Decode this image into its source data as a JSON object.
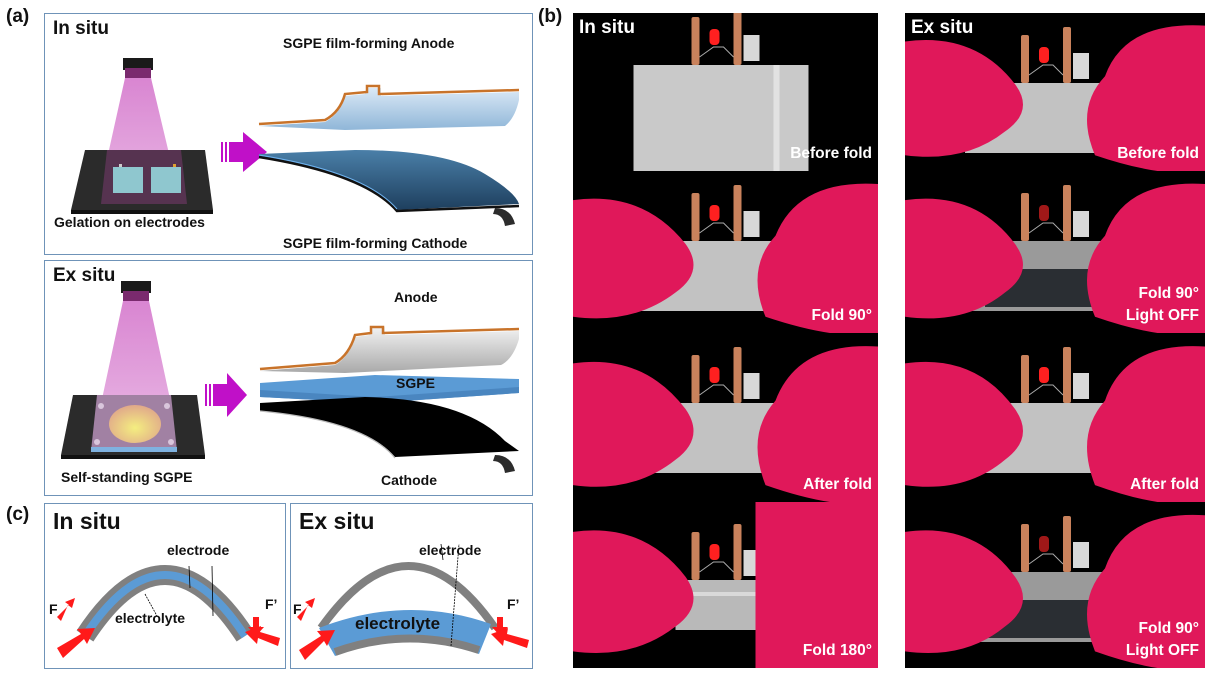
{
  "panel_a": {
    "label": "(a)",
    "in_situ": {
      "title": "In situ",
      "process_caption": "Gelation on electrodes",
      "anode_caption": "SGPE film-forming Anode",
      "cathode_caption": "SGPE film-forming Cathode"
    },
    "ex_situ": {
      "title": "Ex situ",
      "process_caption": "Self-standing SGPE",
      "anode_caption": "Anode",
      "sgpe_caption": "SGPE",
      "cathode_caption": "Cathode"
    },
    "colors": {
      "uv_light": "#d77fcf",
      "arrow": "#c010c8",
      "cathode_film": "#2f5f87",
      "sgpe": "#5b9bd5",
      "anode_tab": "#c8732a"
    }
  },
  "panel_b": {
    "label": "(b)",
    "columns": [
      {
        "title": "In situ",
        "photos": [
          {
            "label": "Before fold",
            "scene": "flat"
          },
          {
            "label": "Fold 90°",
            "scene": "hands"
          },
          {
            "label": "After fold",
            "scene": "hands"
          },
          {
            "label": "Fold 180°",
            "scene": "fold180"
          }
        ]
      },
      {
        "title": "Ex situ",
        "photos": [
          {
            "label": "Before fold",
            "scene": "hands"
          },
          {
            "label": "Fold 90°\nLight OFF",
            "scene": "hands-off"
          },
          {
            "label": "After fold",
            "scene": "hands"
          },
          {
            "label": "Fold 90°\nLight OFF",
            "scene": "hands-off"
          }
        ]
      }
    ]
  },
  "panel_c": {
    "label": "(c)",
    "in_situ": {
      "title": "In situ",
      "electrode_label": "electrode",
      "electrolyte_label": "electrolyte",
      "force_left": "F",
      "force_right": "F’"
    },
    "ex_situ": {
      "title": "Ex situ",
      "electrode_label": "electrode",
      "electrolyte_label": "electrolyte",
      "force_left": "F",
      "force_right": "F’"
    },
    "colors": {
      "electrode": "#808080",
      "electrolyte": "#5b9bd5",
      "force_arrow": "#ff1a1a"
    }
  }
}
